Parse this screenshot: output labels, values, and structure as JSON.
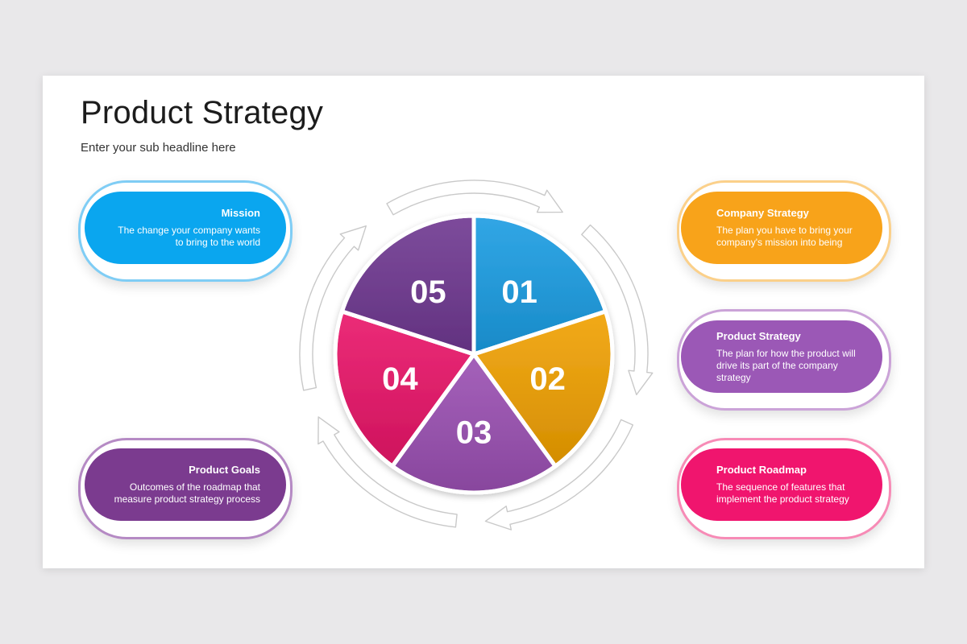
{
  "header": {
    "title": "Product Strategy",
    "subtitle": "Enter your sub headline here"
  },
  "segments": [
    {
      "number": "01",
      "color": "#1a9ce2"
    },
    {
      "number": "02",
      "color": "#f0a000"
    },
    {
      "number": "03",
      "color": "#9a4fb2"
    },
    {
      "number": "04",
      "color": "#e91468"
    },
    {
      "number": "05",
      "color": "#6e3790"
    }
  ],
  "cards": {
    "mission": {
      "title": "Mission",
      "description": "The change your company wants to bring to the world",
      "color": "#0aa6ef"
    },
    "company_strategy": {
      "title": "Company Strategy",
      "description": "The plan you have to bring your company's mission into being",
      "color": "#f8a31a"
    },
    "product_strategy": {
      "title": "Product Strategy",
      "description": "The plan for how the product will drive its part of the company strategy",
      "color": "#9b58b6"
    },
    "product_goals": {
      "title": "Product Goals",
      "description": "Outcomes of the roadmap that measure product strategy process",
      "color": "#7b3b8f"
    },
    "product_roadmap": {
      "title": "Product Roadmap",
      "description": "The sequence of features that implement the product strategy",
      "color": "#f0156e"
    }
  }
}
